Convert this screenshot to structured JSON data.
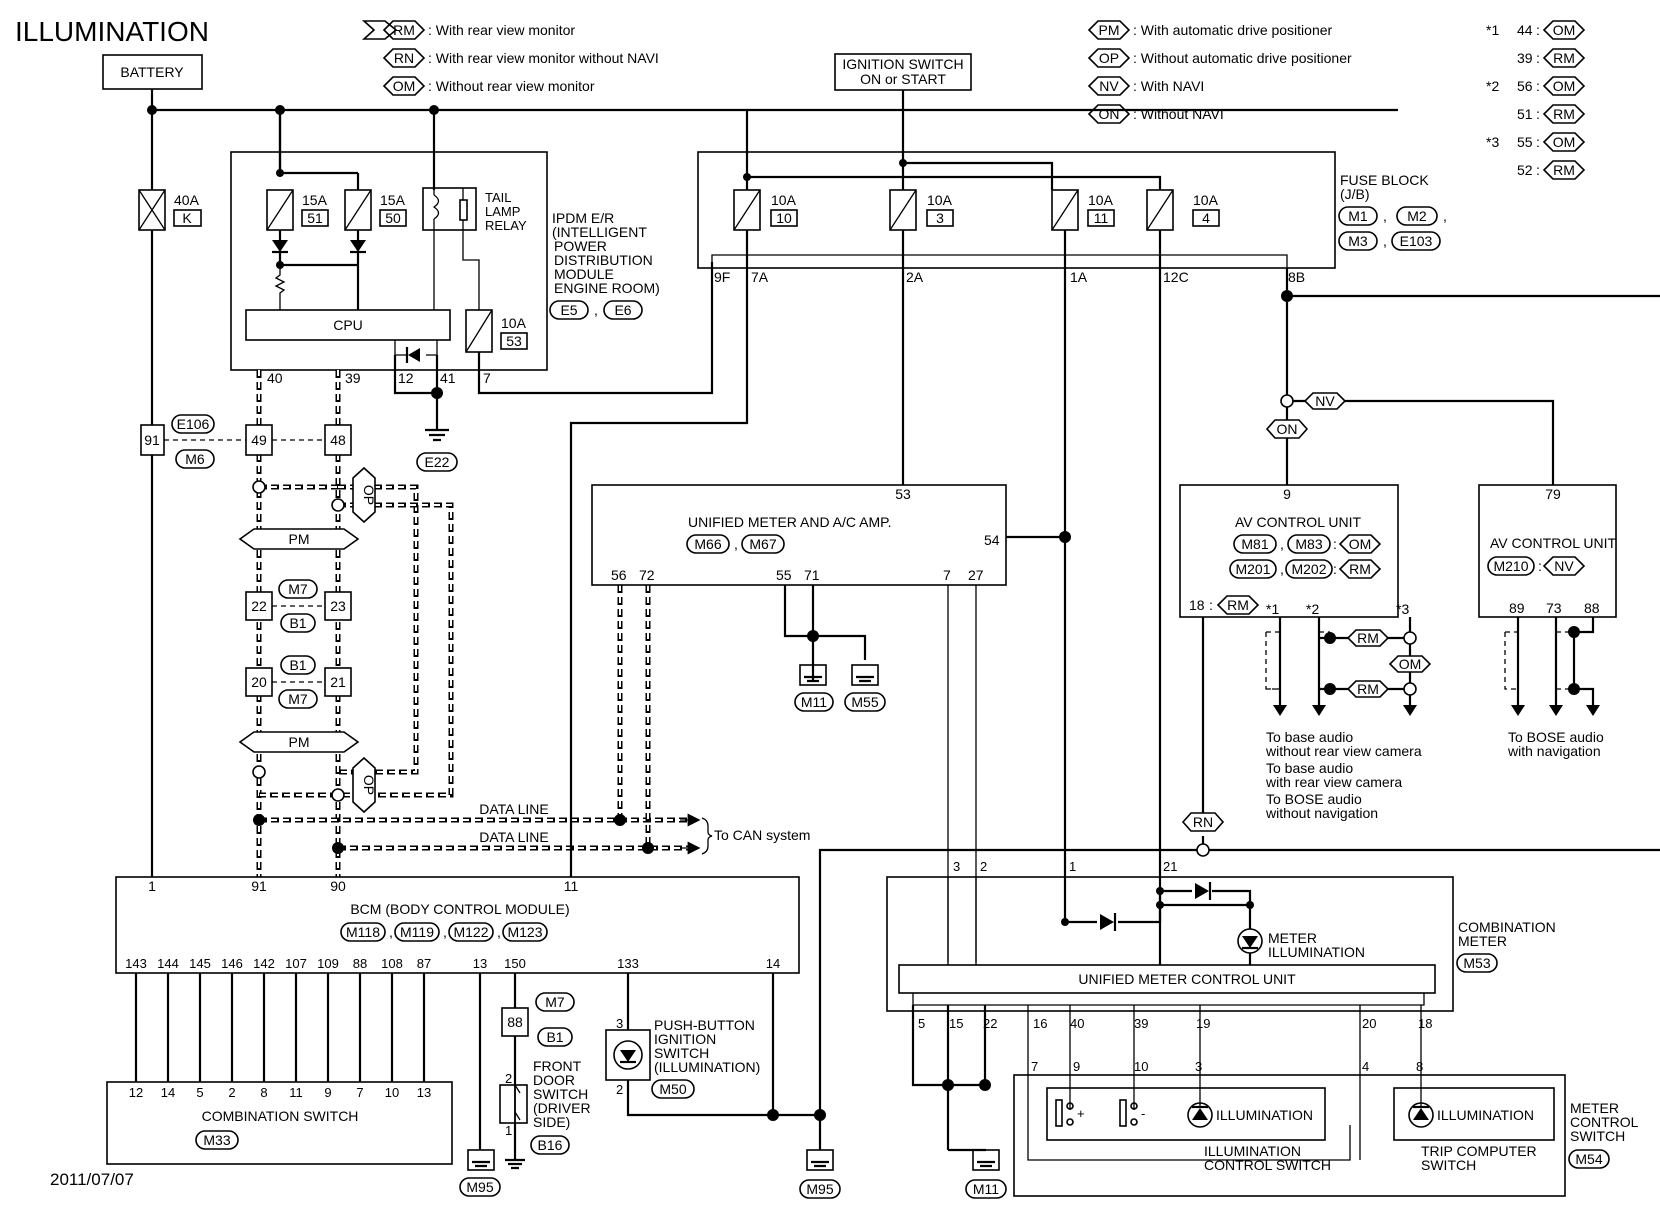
{
  "title": "ILLUMINATION",
  "date": "2011/07/07",
  "legend": {
    "RM": ": With rear view monitor",
    "RN": ": With rear view monitor without NAVI",
    "OM": ": Without rear view monitor",
    "PM": ": With automatic drive positioner",
    "OP": ": Without automatic drive positioner",
    "NV": ": With NAVI",
    "ON": ": Without NAVI"
  },
  "notes": {
    "n1": "*1",
    "n1a": "44",
    "n1b": "39",
    "n2": "*2",
    "n2a": "56",
    "n2b": "51",
    "n3": "*3",
    "n3a": "55",
    "n3b": "52"
  },
  "codes": {
    "RM": "RM",
    "RN": "RN",
    "OM": "OM",
    "PM": "PM",
    "OP": "OP",
    "NV": "NV",
    "ON": "ON"
  },
  "battery": "BATTERY",
  "fuse40": {
    "amp": "40A",
    "id": "K"
  },
  "ignition": {
    "line1": "IGNITION SWITCH",
    "line2": "ON or START"
  },
  "ipdm": {
    "l1": "IPDM E/R",
    "l2": "(INTELLIGENT",
    "l3": "POWER",
    "l4": "DISTRIBUTION",
    "l5": "MODULE",
    "l6": "ENGINE ROOM)",
    "c1": "E5",
    "c2": "E6",
    "cpu": "CPU",
    "f1": "15A",
    "f1n": "51",
    "f2": "15A",
    "f2n": "50",
    "f3": "10A",
    "f3n": "53",
    "relay1": "TAIL",
    "relay2": "LAMP",
    "relay3": "RELAY",
    "p40": "40",
    "p39": "39",
    "p12": "12",
    "p41": "41",
    "p7": "7"
  },
  "fuseblock": {
    "l1": "FUSE BLOCK",
    "l2": "(J/B)",
    "c1": "M1",
    "c2": "M2",
    "c3": "M3",
    "c4": "E103",
    "f1": "10A",
    "f1n": "10",
    "f2": "10A",
    "f2n": "3",
    "f3": "10A",
    "f3n": "11",
    "f4": "10A",
    "f4n": "4",
    "p9f": "9F",
    "p7a": "7A",
    "p2a": "2A",
    "p1a": "1A",
    "p12c": "12C",
    "p8b": "8B"
  },
  "ground_e22": "E22",
  "e106": "E106",
  "m6": "M6",
  "p91": "91",
  "p49": "49",
  "p48": "48",
  "m7": "M7",
  "b1": "B1",
  "p22": "22",
  "p23": "23",
  "p20": "20",
  "p21": "21",
  "dataline": "DATA LINE",
  "tocan": "To CAN system",
  "unified": {
    "name": "UNIFIED METER AND A/C AMP.",
    "c1": "M66",
    "c2": "M67",
    "p53": "53",
    "p54": "54",
    "p56": "56",
    "p72": "72",
    "p55": "55",
    "p71": "71",
    "p7": "7",
    "p27": "27"
  },
  "m11": "M11",
  "m55": "M55",
  "avc1": {
    "name": "AV CONTROL UNIT",
    "c1": "M81",
    "c2": "M83",
    "c3": "M201",
    "c4": "M202",
    "p9": "9",
    "p18": "18",
    "n1": "*1",
    "n2": "*2",
    "n3": "*3"
  },
  "avc2": {
    "name": "AV CONTROL UNIT",
    "c1": "M210",
    "p79": "79",
    "p89": "89",
    "p73": "73",
    "p88": "88"
  },
  "audio": {
    "a1": "To base audio",
    "a2": "without rear view camera",
    "a3": "To base audio",
    "a4": "with rear view camera",
    "a5": "To BOSE audio",
    "a6": "without navigation",
    "b1": "To BOSE audio",
    "b2": "with navigation"
  },
  "bcm": {
    "name": "BCM (BODY CONTROL MODULE)",
    "c1": "M118",
    "c2": "M119",
    "c3": "M122",
    "c4": "M123",
    "top": [
      "1",
      "91",
      "90",
      "11"
    ],
    "bottom": [
      "143",
      "144",
      "145",
      "146",
      "142",
      "107",
      "109",
      "88",
      "108",
      "87",
      "13",
      "150",
      "133",
      "14"
    ]
  },
  "comb_switch": {
    "name": "COMBINATION SWITCH",
    "c": "M33",
    "pins": [
      "12",
      "14",
      "5",
      "2",
      "8",
      "11",
      "9",
      "7",
      "10",
      "13"
    ]
  },
  "m95": "M95",
  "door": {
    "p88": "88",
    "p2": "2",
    "p1": "1",
    "l1": "FRONT",
    "l2": "DOOR",
    "l3": "SWITCH",
    "l4": "(DRIVER",
    "l5": "SIDE)",
    "c": "B16"
  },
  "push": {
    "l1": "PUSH-BUTTON",
    "l2": "IGNITION",
    "l3": "SWITCH",
    "l4": "(ILLUMINATION)",
    "c": "M50",
    "p3": "3",
    "p2": "2"
  },
  "meter": {
    "l1": "COMBINATION",
    "l2": "METER",
    "c": "M53",
    "illum1": "METER",
    "illum2": "ILLUMINATION",
    "unit": "UNIFIED METER CONTROL UNIT",
    "ptop": [
      "3",
      "2",
      "1",
      "21"
    ],
    "pbot": [
      "5",
      "15",
      "22",
      "16",
      "40",
      "39",
      "19",
      "20",
      "18"
    ]
  },
  "mcs": {
    "l1": "METER",
    "l2": "CONTROL",
    "l3": "SWITCH",
    "c": "M54",
    "illum": "ILLUMINATION",
    "ics1": "ILLUMINATION",
    "ics2": "CONTROL SWITCH",
    "tcs1": "TRIP COMPUTER",
    "tcs2": "SWITCH",
    "pins": [
      "7",
      "9",
      "10",
      "3",
      "4",
      "8"
    ],
    "plus": "+",
    "minus": "-"
  }
}
